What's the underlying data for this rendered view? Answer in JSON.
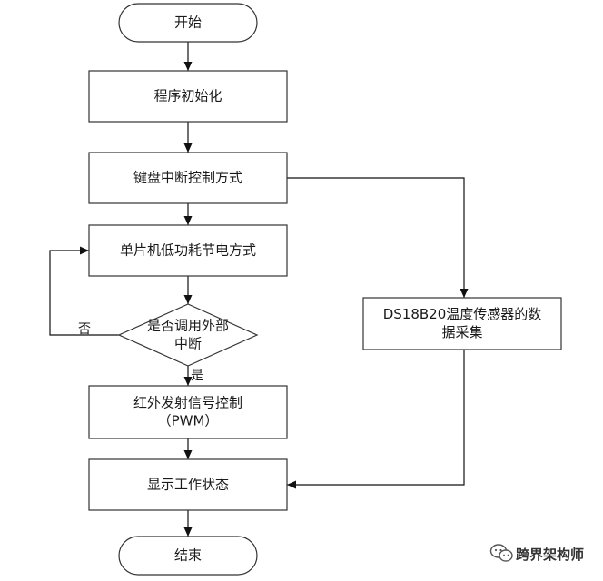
{
  "nodes": {
    "start": {
      "shape": "terminal",
      "lines": [
        "开始"
      ]
    },
    "init": {
      "shape": "process",
      "lines": [
        "程序初始化"
      ]
    },
    "keyboard": {
      "shape": "process",
      "lines": [
        "键盘中断控制方式"
      ]
    },
    "lowpower": {
      "shape": "process",
      "lines": [
        "单片机低功耗节电方式"
      ]
    },
    "decision": {
      "shape": "decision",
      "lines": [
        "是否调用外部",
        "中断"
      ]
    },
    "ir": {
      "shape": "process",
      "lines": [
        "红外发射信号控制",
        "（PWM）"
      ]
    },
    "display": {
      "shape": "process",
      "lines": [
        "显示工作状态"
      ]
    },
    "end": {
      "shape": "terminal",
      "lines": [
        "结束"
      ]
    },
    "ds18b20": {
      "shape": "process",
      "lines": [
        "DS18B20温度传感器的数",
        "据采集"
      ]
    }
  },
  "edges": [
    {
      "from": "start",
      "to": "init",
      "label": ""
    },
    {
      "from": "init",
      "to": "keyboard",
      "label": ""
    },
    {
      "from": "keyboard",
      "to": "lowpower",
      "label": ""
    },
    {
      "from": "lowpower",
      "to": "decision",
      "label": ""
    },
    {
      "from": "decision",
      "to": "ir",
      "label": "是"
    },
    {
      "from": "decision",
      "to": "lowpower",
      "label": "否"
    },
    {
      "from": "ir",
      "to": "display",
      "label": ""
    },
    {
      "from": "display",
      "to": "end",
      "label": ""
    },
    {
      "from": "keyboard",
      "to": "ds18b20",
      "label": ""
    },
    {
      "from": "ds18b20",
      "to": "display",
      "label": ""
    }
  ],
  "watermark": {
    "text": "跨界架构师",
    "icon": "wechat-icon"
  }
}
